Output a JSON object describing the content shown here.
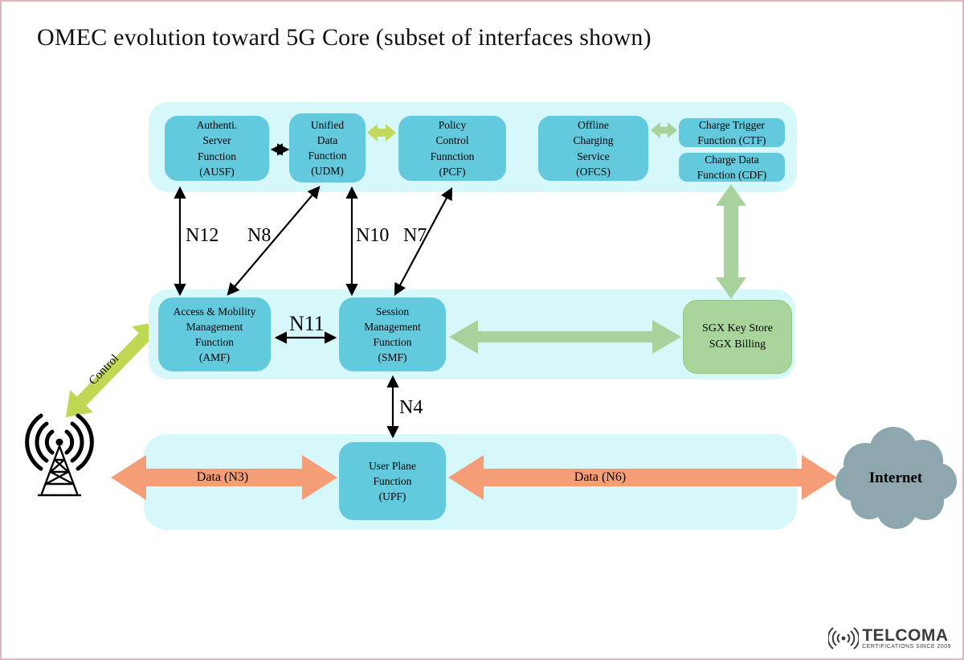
{
  "title": "OMEC evolution toward 5G Core (subset of interfaces shown)",
  "nodes": {
    "ausf": "Authenti.\nServer\nFunction\n(AUSF)",
    "udm": "Unified\nData\nFunction\n(UDM)",
    "pcf": "Policy\nControl\nFunnction\n(PCF)",
    "ofcs": "Offline\nCharging\nService\n(OFCS)",
    "ctf": "Charge Trigger\nFunction (CTF)",
    "cdf": "Charge Data\nFunction (CDF)",
    "amf": "Access & Mobility\nManagement\nFunction\n(AMF)",
    "smf": "Session\nManagement\nFunction\n(SMF)",
    "sgx": "SGX Key Store\nSGX Billing",
    "upf": "User Plane\nFunction\n(UPF)",
    "internet": "Internet"
  },
  "interfaces": {
    "n12": "N12",
    "n8": "N8",
    "n10": "N10",
    "n7": "N7",
    "n11": "N11",
    "n4": "N4",
    "data_n3": "Data (N3)",
    "data_n6": "Data (N6)",
    "control": "Control"
  },
  "logo": {
    "name": "TELCOMA",
    "tagline": "CERTIFICATIONS SINCE 2009"
  },
  "colors": {
    "band": "#d6f8fb",
    "node_cyan": "#63cade",
    "node_green": "#a9d59c",
    "arrow_sage": "#a7d29b",
    "arrow_yellow_green": "#c3d95c",
    "arrow_orange": "#f59d76",
    "cloud_gray": "#8ea7ae",
    "page_border_pink": "#ddb9bd"
  }
}
